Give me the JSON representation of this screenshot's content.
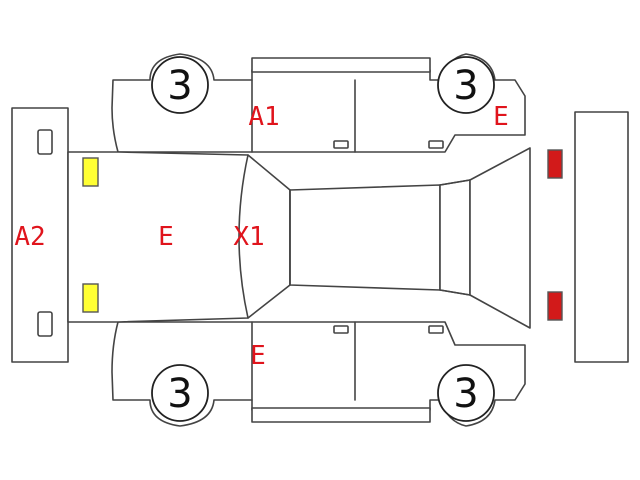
{
  "colors": {
    "mark_red": "#e0141c",
    "lamp_yellow": "#ffff33",
    "lamp_red": "#d21a1a",
    "line": "#444444"
  },
  "wheels": {
    "front_left": "3",
    "rear_left": "3",
    "front_right": "3",
    "rear_right": "3"
  },
  "marks": {
    "front_bumper": "A2",
    "hood": "E",
    "windshield": "X1",
    "left_a_pillar": "A1",
    "right_a_pillar": "E",
    "left_rear_quarter": "E"
  }
}
